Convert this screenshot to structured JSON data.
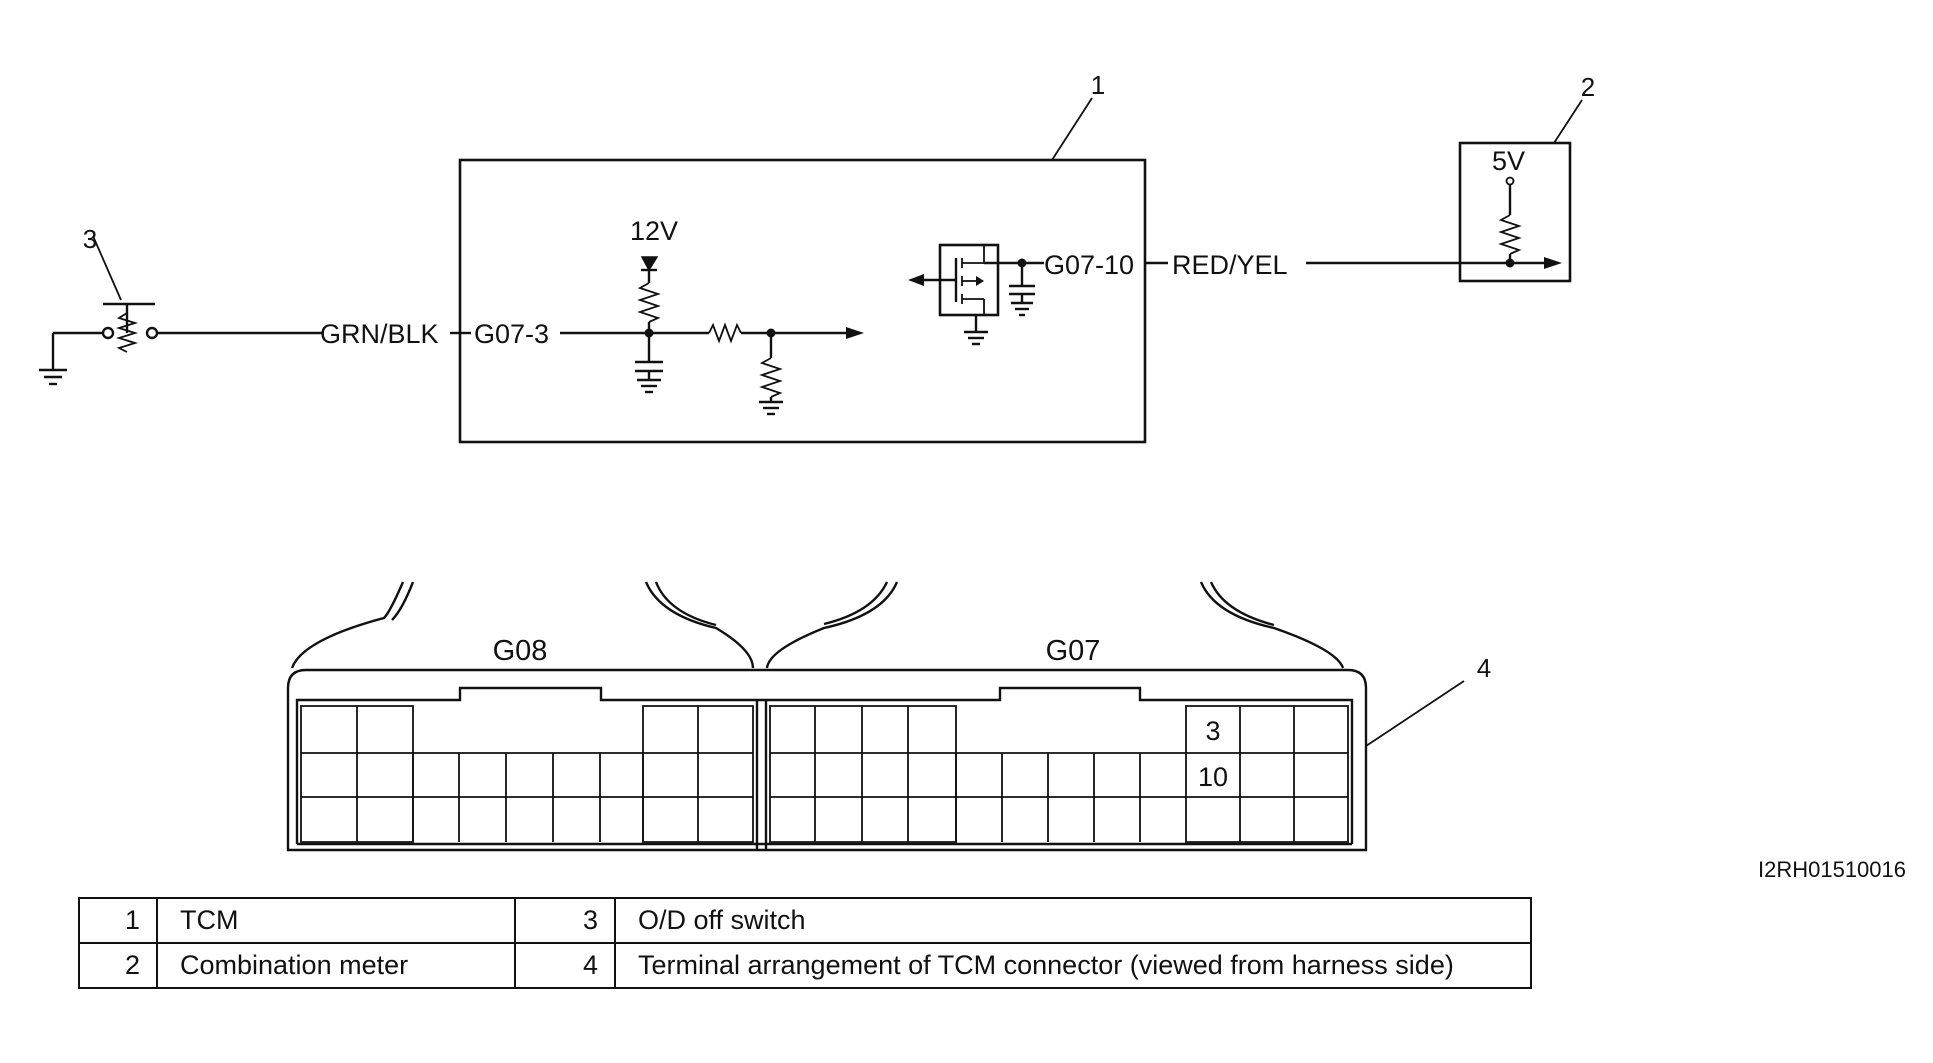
{
  "callouts": {
    "tcm": "1",
    "meter": "2",
    "switch": "3",
    "connector": "4"
  },
  "signals": {
    "v12": "12V",
    "v5": "5V",
    "wire_switch": "GRN/BLK",
    "pin_switch": "G07-3",
    "pin_meter": "G07-10",
    "wire_meter": "RED/YEL"
  },
  "connector": {
    "left_name": "G08",
    "right_name": "G07",
    "pin_a": "3",
    "pin_b": "10"
  },
  "legend": [
    {
      "num": "1",
      "label": "TCM",
      "num2": "3",
      "label2": "O/D off switch"
    },
    {
      "num": "2",
      "label": "Combination meter",
      "num2": "4",
      "label2": "Terminal arrangement of TCM connector (viewed from harness side)"
    }
  ],
  "ref_code": "I2RH01510016",
  "colors": {
    "ink": "#111111",
    "paper": "#ffffff"
  }
}
